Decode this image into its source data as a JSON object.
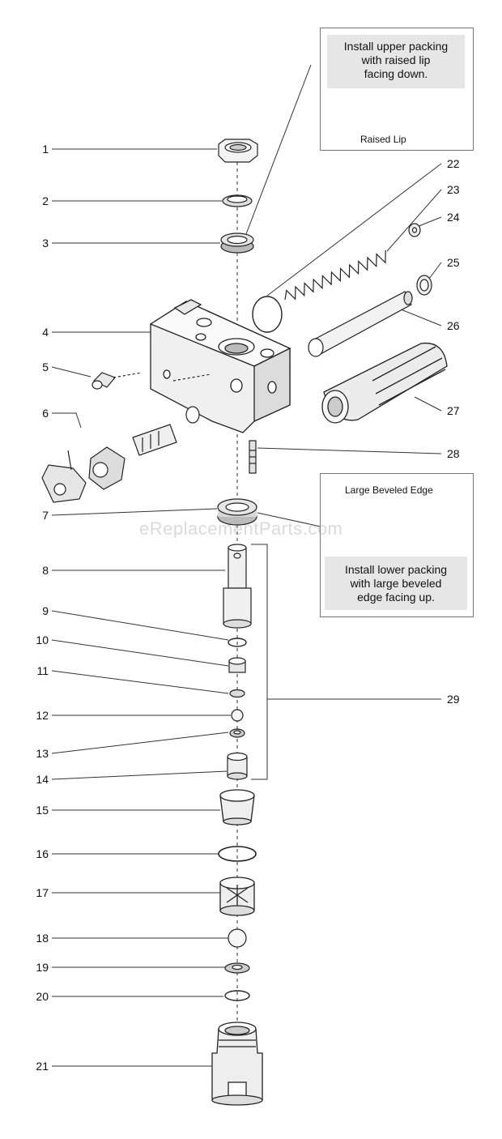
{
  "callouts": [
    "1",
    "2",
    "3",
    "4",
    "5",
    "6",
    "7",
    "8",
    "9",
    "10",
    "11",
    "12",
    "13",
    "14",
    "15",
    "16",
    "17",
    "18",
    "19",
    "20",
    "21",
    "22",
    "23",
    "24",
    "25",
    "26",
    "27",
    "28",
    "29"
  ],
  "notes": {
    "upper": {
      "text_lines": [
        "Install upper packing",
        "with raised lip",
        "facing down."
      ],
      "label": "Raised Lip"
    },
    "lower": {
      "label": "Large Beveled Edge",
      "text_lines": [
        "Install lower packing",
        "with large beveled",
        "edge facing up."
      ]
    }
  },
  "watermark": "eReplacementParts.com"
}
